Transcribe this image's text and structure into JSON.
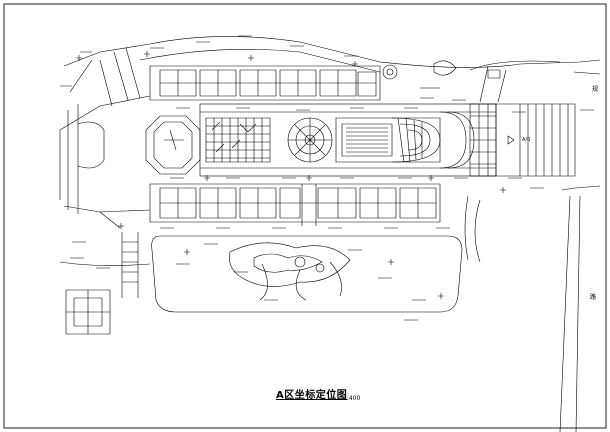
{
  "drawing": {
    "title": "A区坐标定位图",
    "scale": "1:400",
    "side_labels": [
      "规",
      "路"
    ],
    "north_arrow_label": "A/0"
  },
  "colors": {
    "line": "#000000",
    "paper": "#ffffff",
    "frame": "#222222"
  }
}
